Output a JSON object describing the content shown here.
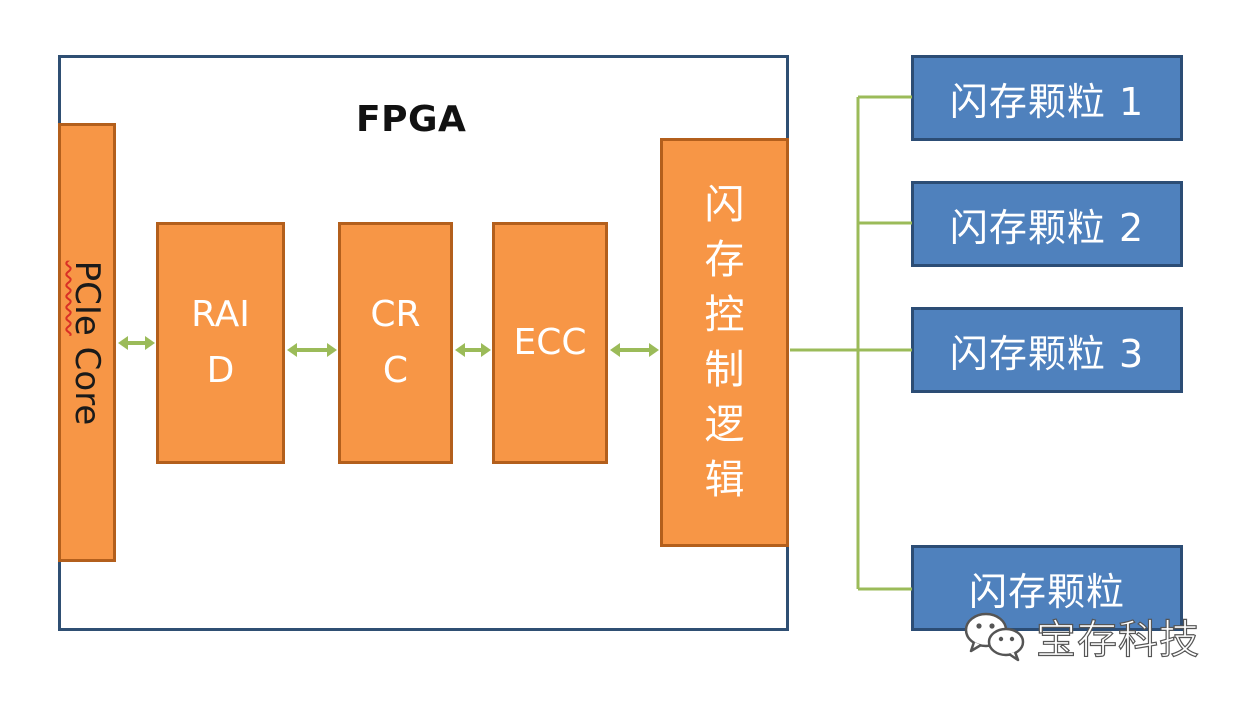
{
  "diagram": {
    "title": "FPGA",
    "pcie_core": {
      "label_error_part": "PCIe",
      "label_rest": " Core"
    },
    "pipeline_blocks": [
      {
        "id": "raid",
        "label": "RAI\nD"
      },
      {
        "id": "crc",
        "label": "CR\nC"
      },
      {
        "id": "ecc",
        "label": "ECC"
      }
    ],
    "flash_controller": {
      "label": "闪存控制逻辑"
    },
    "flash_chips": [
      {
        "label": "闪存颗粒  1"
      },
      {
        "label": "闪存颗粒  2"
      },
      {
        "label": "闪存颗粒  3"
      },
      {
        "label": "闪存颗粒"
      }
    ]
  },
  "watermark": {
    "text": "宝存科技",
    "icon": "wechat-icon"
  },
  "colors": {
    "orange_fill": "#f79646",
    "orange_border": "#b35f1c",
    "blue_fill": "#4f81bd",
    "blue_border": "#2c4d75",
    "frame_border": "#2f4f73",
    "connector_green": "#9bbb59"
  }
}
